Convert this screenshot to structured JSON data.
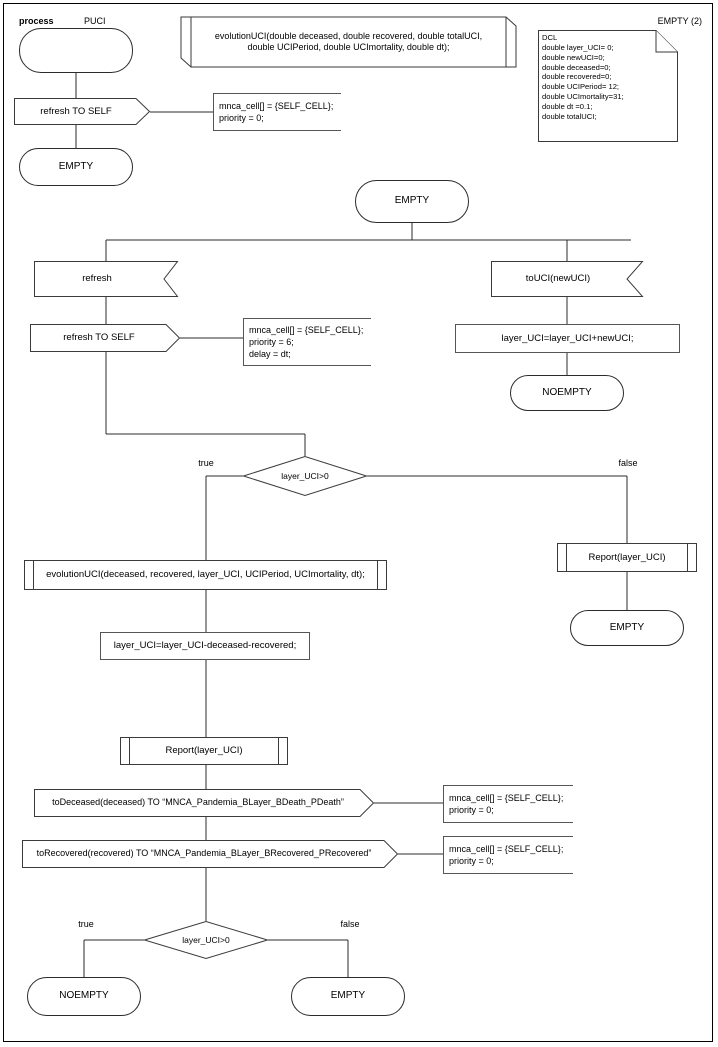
{
  "page": {
    "title": "PUCI process SDL diagram",
    "header_keyword": "process",
    "header_name": "PUCI",
    "page_label": "EMPTY (2)"
  },
  "colors": {
    "line": "#2b2b2b",
    "thin_line": "#555555",
    "background": "#ffffff",
    "text": "#000000"
  },
  "declaration": {
    "procedure_signature": "evolutionUCI(double deceased, double recovered, double totalUCI,\ndouble UCIPeriod, double UCImortality, double dt);",
    "dcl_title": "DCL",
    "dcl_lines": "DCL\ndouble layer_UCI= 0;\ndouble newUCI=0;\ndouble deceased=0;\ndouble recovered=0;\ndouble UCIPeriod= 12;\ndouble UCImortality=31;\ndouble dt =0.1;\ndouble totalUCI;"
  },
  "start_branch": {
    "start_state": "",
    "output_refresh_self": "refresh TO SELF",
    "comment_refresh_self": "mnca_cell[] = {SELF_CELL};\npriority = 0;",
    "next_state": "EMPTY"
  },
  "main": {
    "state_empty": "EMPTY",
    "left": {
      "input_refresh": "refresh",
      "output_refresh_self": "refresh TO SELF",
      "comment": "mnca_cell[] = {SELF_CELL};\npriority = 6;\ndelay = dt;"
    },
    "right": {
      "input_touci": "toUCI(newUCI)",
      "task_layer": "layer_UCI=layer_UCI+newUCI;",
      "state_noempty": "NOEMPTY"
    }
  },
  "decision1": {
    "condition": "layer_UCI>0",
    "true_label": "true",
    "false_label": "false"
  },
  "true_path": {
    "proc_call_evolution": "evolutionUCI(deceased, recovered, layer_UCI, UCIPeriod, UCImortality, dt);",
    "task_layer": "layer_UCI=layer_UCI-deceased-recovered;",
    "proc_call_report": "Report(layer_UCI)",
    "output_deceased": "toDeceased(deceased) TO “MNCA_Pandemia_BLayer_BDeath_PDeath”",
    "comment_deceased": "mnca_cell[] = {SELF_CELL};\npriority = 0;",
    "output_recovered": "toRecovered(recovered) TO “MNCA_Pandemia_BLayer_BRecovered_PRecovered”",
    "comment_recovered": "mnca_cell[] = {SELF_CELL};\npriority = 0;"
  },
  "false_path": {
    "proc_call_report": "Report(layer_UCI)",
    "state_empty": "EMPTY"
  },
  "decision2": {
    "condition": "layer_UCI>0",
    "true_label": "true",
    "false_label": "false",
    "state_true": "NOEMPTY",
    "state_false": "EMPTY"
  }
}
